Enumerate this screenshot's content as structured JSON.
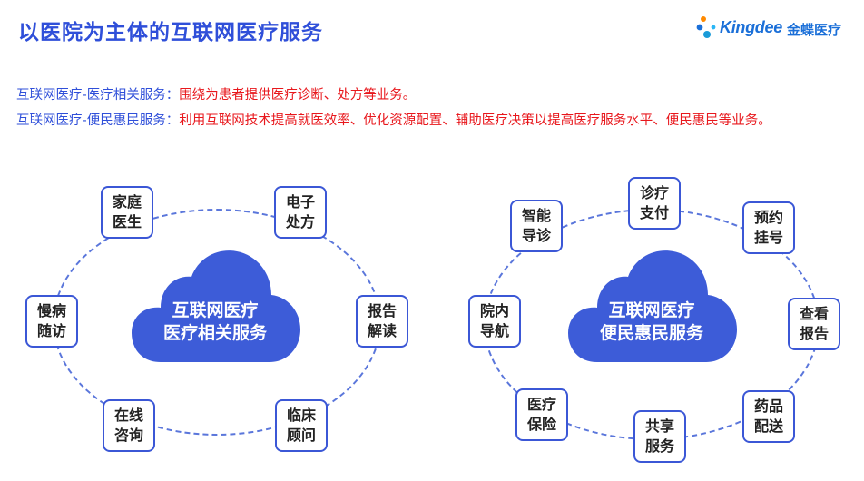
{
  "header": {
    "title": "以医院为主体的互联网医疗服务",
    "logo_text": "Kingdee",
    "logo_cn": "金蝶医疗"
  },
  "descriptions": [
    {
      "label": "互联网医疗-医疗相关服务：",
      "text": "围绕为患者提供医疗诊断、处方等业务。"
    },
    {
      "label": "互联网医疗-便民惠民服务：",
      "text": "利用互联网技术提高就医效率、优化资源配置、辅助医疗决策以提高医疗服务水平、便民惠民等业务。"
    }
  ],
  "left_diagram": {
    "center": [
      "互联网医疗",
      "医疗相关服务"
    ],
    "nodes": [
      [
        "家庭",
        "医生"
      ],
      [
        "电子",
        "处方"
      ],
      [
        "慢病",
        "随访"
      ],
      [
        "报告",
        "解读"
      ],
      [
        "在线",
        "咨询"
      ],
      [
        "临床",
        "顾问"
      ]
    ]
  },
  "right_diagram": {
    "center": [
      "互联网医疗",
      "便民惠民服务"
    ],
    "nodes": [
      [
        "诊疗",
        "支付"
      ],
      [
        "智能",
        "导诊"
      ],
      [
        "预约",
        "挂号"
      ],
      [
        "院内",
        "导航"
      ],
      [
        "查看",
        "报告"
      ],
      [
        "医疗",
        "保险"
      ],
      [
        "药品",
        "配送"
      ],
      [
        "共享",
        "服务"
      ]
    ]
  },
  "colors": {
    "title": "#2f4fd9",
    "highlight": "#e8171c",
    "cloud": "#3d5cd8",
    "node_border": "#3b57d6"
  }
}
